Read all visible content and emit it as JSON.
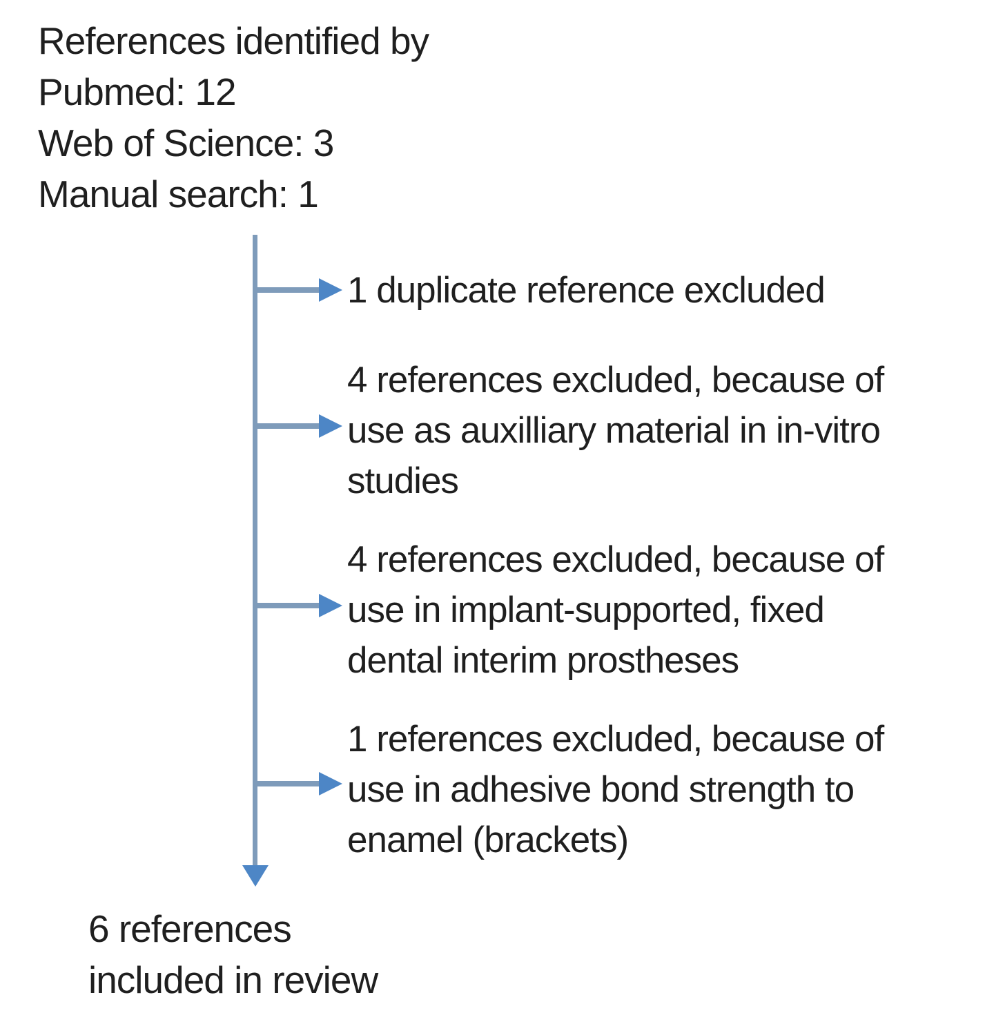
{
  "diagram": {
    "source": {
      "lines": [
        "References identified by",
        "Pubmed: 12",
        "Web of Science: 3",
        "Manual search: 1"
      ]
    },
    "exclusions": [
      {
        "lines": [
          "1 duplicate reference excluded"
        ]
      },
      {
        "lines": [
          "4 references excluded, because of",
          "use as auxilliary material in in-vitro",
          "studies"
        ]
      },
      {
        "lines": [
          "4 references excluded, because of",
          "use in implant-supported, fixed",
          "dental interim prostheses"
        ]
      },
      {
        "lines": [
          "1 references excluded, because of",
          "use in adhesive bond strength to",
          "enamel (brackets)"
        ]
      }
    ],
    "result": {
      "lines": [
        "6 references",
        "included in review"
      ]
    },
    "colors": {
      "arrow_shaft": "#7e9bba",
      "arrow_head": "#4d86c6",
      "text": "#1f1f1f",
      "background": "#ffffff"
    }
  }
}
